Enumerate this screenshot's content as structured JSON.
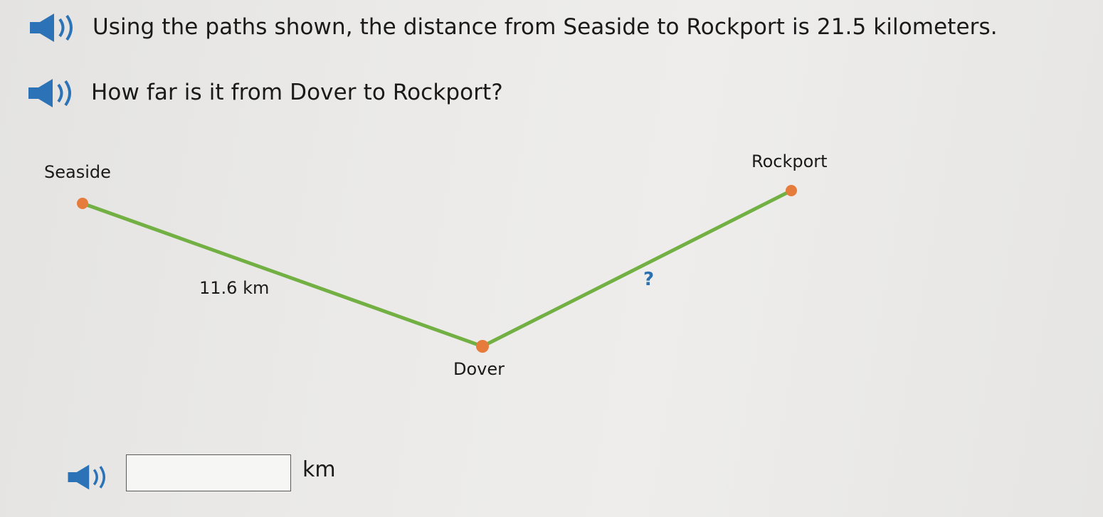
{
  "question": {
    "line1": "Using the paths shown, the distance from Seaside to Rockport is 21.5 kilometers.",
    "line2": "How far is it from Dover to Rockport?"
  },
  "map": {
    "cities": {
      "seaside": "Seaside",
      "rockport": "Rockport",
      "dover": "Dover"
    },
    "segments": {
      "seaside_dover": "11.6 km",
      "dover_rockport": "?"
    },
    "colors": {
      "path": "#72b043",
      "point": "#e57c3c",
      "unknown": "#2e6fae",
      "speaker": "#2b73b6"
    }
  },
  "answer": {
    "value": "",
    "unit": "km"
  },
  "icons": {
    "speaker": "speaker-icon"
  }
}
